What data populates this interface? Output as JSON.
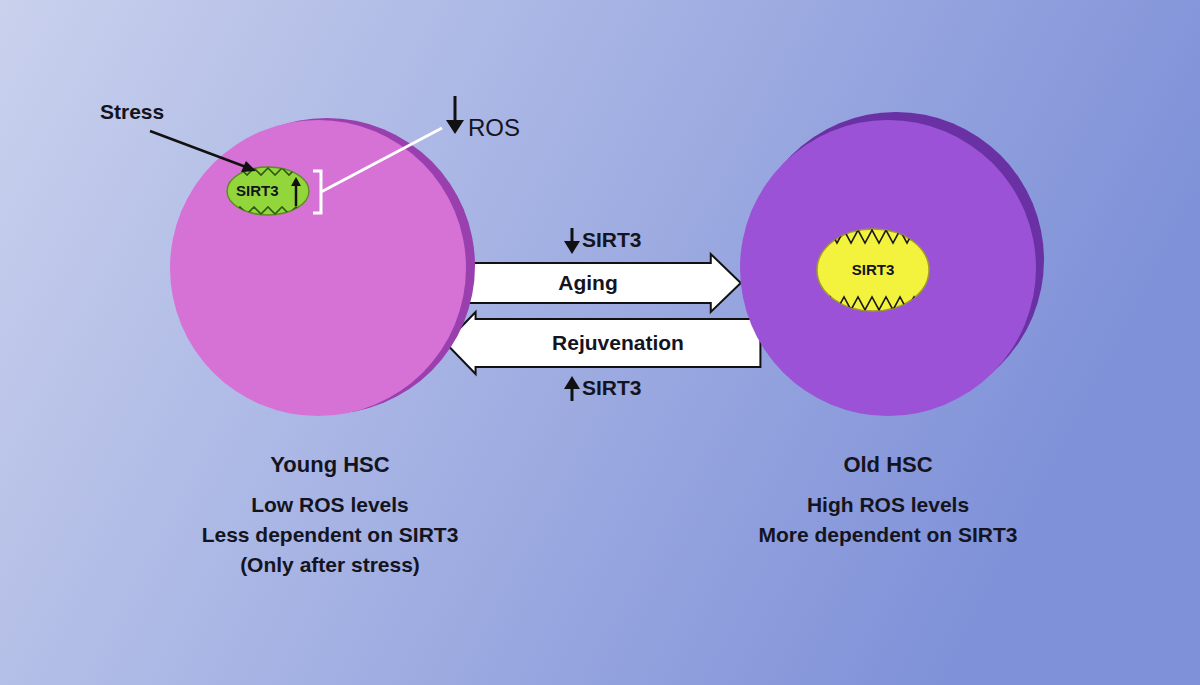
{
  "diagram": {
    "nodes": [
      {
        "text": [
          "Young HSC",
          "Low ROS levels",
          "Less dependent on SIRT3",
          "(Only after stress)"
        ]
      },
      {
        "text": [
          "SIRT3"
        ],
        "in": 0
      },
      {
        "text": [
          "Old HSC",
          "High ROS levels",
          "More dependent on SIRT3"
        ]
      },
      {
        "text": [
          "SIRT3"
        ],
        "in": 2
      }
    ],
    "edges": [
      {
        "from": 0,
        "to": 2,
        "label": "Aging",
        "arrow": "to"
      },
      {
        "from": 2,
        "to": 0,
        "label": "Rejuvenation",
        "arrow": "to"
      }
    ],
    "labels": [
      "Stress",
      "ROS",
      "SIRT3",
      "SIRT3"
    ]
  }
}
